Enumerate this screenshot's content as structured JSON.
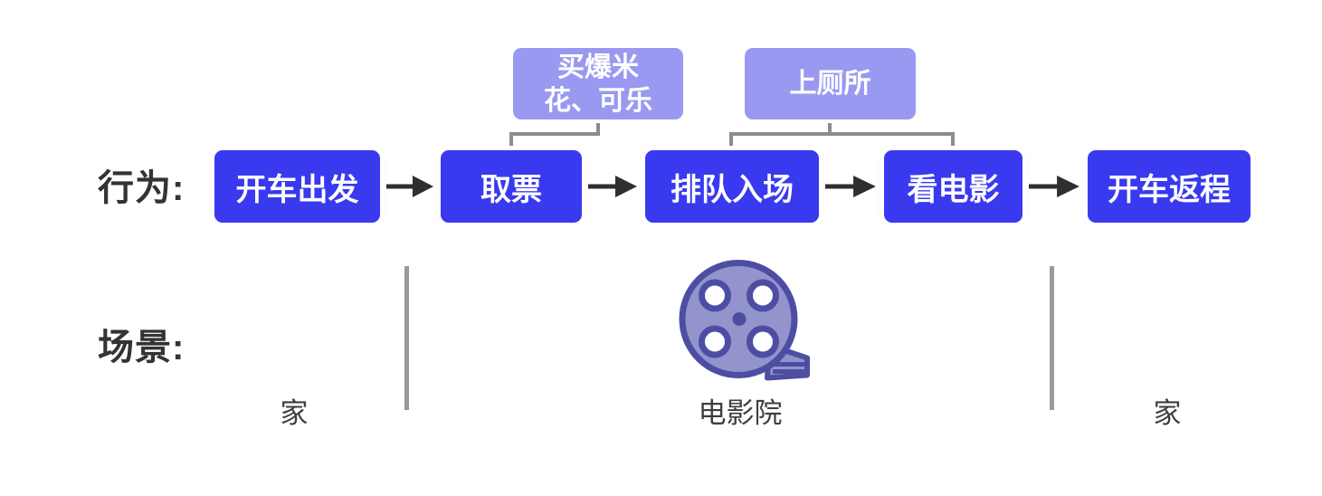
{
  "diagram_title": "movie-going user journey",
  "rows": {
    "behavior_label": "行为:",
    "scene_label": "场景:"
  },
  "actions": [
    {
      "label": "开车出发"
    },
    {
      "label": "取票"
    },
    {
      "label": "排队入场"
    },
    {
      "label": "看电影"
    },
    {
      "label": "开车返程"
    }
  ],
  "annotations": [
    {
      "label": "买爆米花、可乐",
      "line1": "买爆米",
      "line2": "花、可乐",
      "attached_to": "取票"
    },
    {
      "label": "上厕所",
      "attached_to": "排队入场 / 看电影"
    }
  ],
  "scenes": [
    {
      "label": "家"
    },
    {
      "label": "电影院"
    },
    {
      "label": "家"
    }
  ],
  "icons": [
    {
      "name": "film-reel-icon",
      "meaning": "电影院"
    }
  ],
  "colors": {
    "action_box": "#3939F0",
    "annotation_box": "#9999F2",
    "box_border": "#FFFFFF",
    "box_text": "#FFFFFF",
    "row_label_text": "#333333",
    "scene_text": "#3E3E3E",
    "arrow": "#2F2F2F",
    "connector": "#8C8C8C",
    "divider": "#9A9A9A",
    "reel_fill": "#9394CB",
    "reel_stroke": "#4D4EA3"
  }
}
